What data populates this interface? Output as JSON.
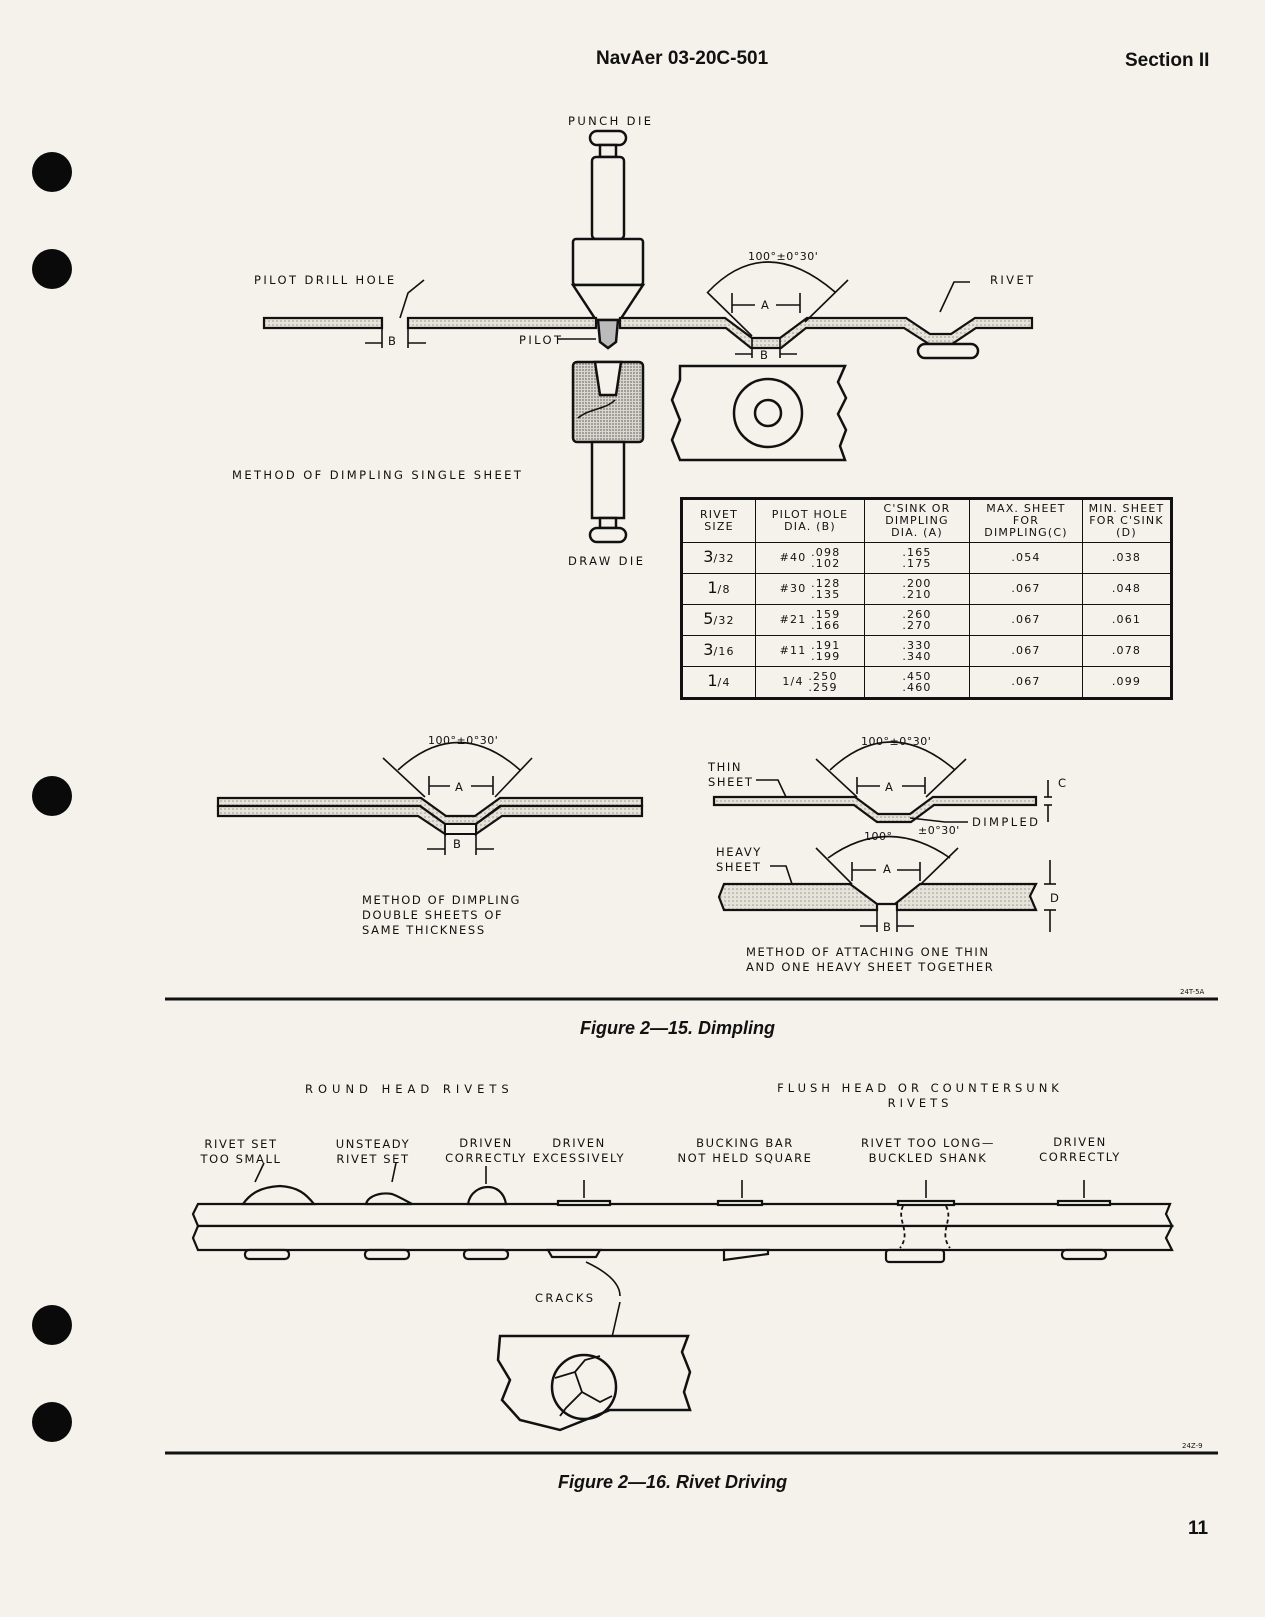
{
  "header": {
    "doc_number": "NavAer 03-20C-501",
    "section": "Section II",
    "page_number": "11"
  },
  "figure15": {
    "caption": "Figure 2—15. Dimpling",
    "code": "24T-5A",
    "labels": {
      "punch_die": "PUNCH DIE",
      "draw_die": "DRAW DIE",
      "pilot_drill_hole": "PILOT DRILL HOLE",
      "pilot": "PILOT",
      "rivet": "RIVET",
      "angle": "100°±0°30'",
      "angle_100": "100°",
      "angle_tol": "±0°30'",
      "dim_a": "A",
      "dim_b": "B",
      "dim_c": "C",
      "dim_d": "D",
      "thin_sheet": "THIN\nSHEET",
      "heavy_sheet": "HEAVY\nSHEET",
      "dimpled": "DIMPLED",
      "method_single": "METHOD OF DIMPLING SINGLE SHEET",
      "method_double": "METHOD OF DIMPLING\nDOUBLE SHEETS OF\nSAME THICKNESS",
      "method_attach": "METHOD OF ATTACHING ONE THIN\nAND ONE HEAVY SHEET TOGETHER"
    },
    "table": {
      "headers": [
        "RIVET\nSIZE",
        "PILOT HOLE\nDIA. (B)",
        "C'SINK OR\nDIMPLING\nDIA. (A)",
        "MAX. SHEET\nFOR\nDIMPLING(C)",
        "MIN. SHEET\nFOR C'SINK\n(D)"
      ],
      "rows": [
        {
          "size_num": "3",
          "size_den": "32",
          "drill": "#40",
          "b_min": ".098",
          "b_max": ".102",
          "a_min": ".165",
          "a_max": ".175",
          "max_c": ".054",
          "min_d": ".038"
        },
        {
          "size_num": "1",
          "size_den": "8",
          "drill": "#30",
          "b_min": ".128",
          "b_max": ".135",
          "a_min": ".200",
          "a_max": ".210",
          "max_c": ".067",
          "min_d": ".048"
        },
        {
          "size_num": "5",
          "size_den": "32",
          "drill": "#21",
          "b_min": ".159",
          "b_max": ".166",
          "a_min": ".260",
          "a_max": ".270",
          "max_c": ".067",
          "min_d": ".061"
        },
        {
          "size_num": "3",
          "size_den": "16",
          "drill": "#11",
          "b_min": ".191",
          "b_max": ".199",
          "a_min": ".330",
          "a_max": ".340",
          "max_c": ".067",
          "min_d": ".078"
        },
        {
          "size_num": "1",
          "size_den": "4",
          "drill": "1/4",
          "b_min": ".250",
          "b_max": ".259",
          "a_min": ".450",
          "a_max": ".460",
          "max_c": ".067",
          "min_d": ".099"
        }
      ]
    }
  },
  "figure16": {
    "caption": "Figure 2—16. Rivet Driving",
    "code": "24Z-9",
    "round_head": "ROUND HEAD RIVETS",
    "flush_head": "FLUSH HEAD OR COUNTERSUNK\nRIVETS",
    "items": [
      "RIVET SET\nTOO SMALL",
      "UNSTEADY\nRIVET SET",
      "DRIVEN\nCORRECTLY",
      "DRIVEN\nEXCESSIVELY",
      "BUCKING BAR\nNOT HELD SQUARE",
      "RIVET TOO LONG—\nBUCKLED SHANK",
      "DRIVEN\nCORRECTLY"
    ],
    "cracks": "CRACKS"
  }
}
